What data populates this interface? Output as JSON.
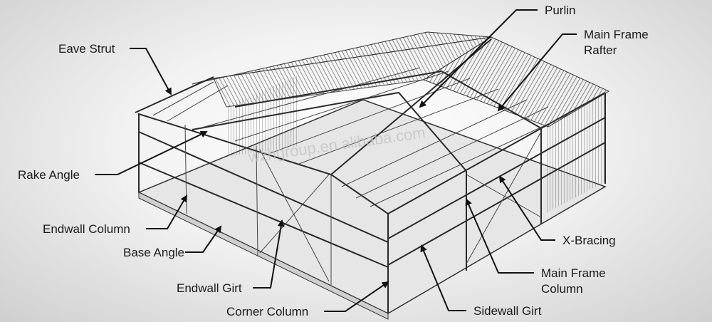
{
  "labels": {
    "purlin": "Purlin",
    "main_frame_rafter_1": "Main Frame",
    "main_frame_rafter_2": "Rafter",
    "eave_strut": "Eave Strut",
    "rake_angle": "Rake Angle",
    "endwall_column": "Endwall Column",
    "base_angle": "Base Angle",
    "endwall_girt": "Endwall Girt",
    "corner_column": "Corner Column",
    "x_bracing": "X-Bracing",
    "main_frame_column_1": "Main Frame",
    "main_frame_column_2": "Column",
    "sidewall_girt": "Sidewall Girt"
  },
  "watermark": "wzhgroup.en.alibaba.com"
}
